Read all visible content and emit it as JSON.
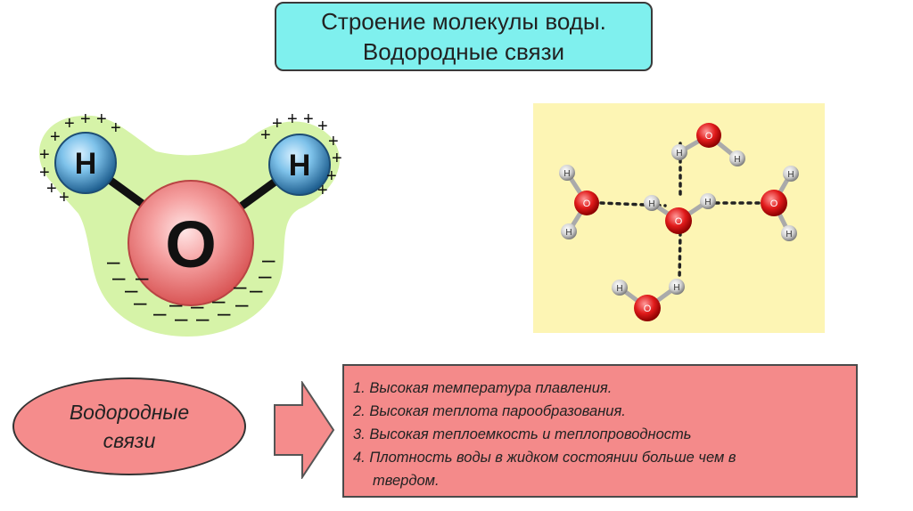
{
  "title": {
    "line1": "Строение молекулы воды.",
    "line2": "Водородные связи"
  },
  "molecule": {
    "hydrogen_label": "H",
    "oxygen_label": "O",
    "positive_sign": "+",
    "negative_sign": "–"
  },
  "lattice": {
    "hydrogen_label": "H",
    "oxygen_label": "O"
  },
  "ellipse": {
    "line1": "Водородные",
    "line2": "связи"
  },
  "properties": [
    "1. Высокая температура плавления.",
    "2. Высокая теплота парообразования.",
    "3. Высокая теплоемкость и теплопроводность",
    "4. Плотность воды в жидком состоянии больше чем в",
    "твердом."
  ],
  "colors": {
    "title_bg": "#7ff0ee",
    "cloud": "#d6f3a8",
    "oxygen": "#f28a8a",
    "hydrogen": "#3f8fc4",
    "lattice_bg": "#fdf5b4",
    "accent_red": "#f48a8a"
  }
}
